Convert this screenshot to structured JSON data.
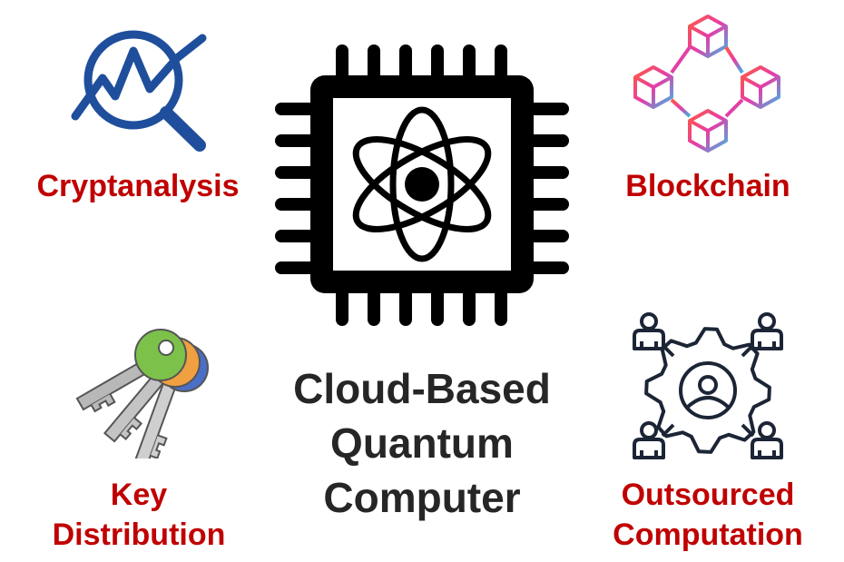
{
  "center_title": [
    "Cloud-Based",
    "Quantum",
    "Computer"
  ],
  "applications": {
    "cryptanalysis": {
      "label": [
        "Cryptanalysis"
      ],
      "icon": "magnifier-chart-icon"
    },
    "blockchain": {
      "label": [
        "Blockchain"
      ],
      "icon": "blockchain-cubes-icon"
    },
    "key_distribution": {
      "label": [
        "Key",
        "Distribution"
      ],
      "icon": "keys-icon"
    },
    "outsourced_computation": {
      "label": [
        "Outsourced",
        "Computation"
      ],
      "icon": "gear-users-icon"
    }
  },
  "colors": {
    "label": "#c00000",
    "title": "#262626",
    "magnifier": "#1f4e9c",
    "gear": "#1c2536"
  }
}
